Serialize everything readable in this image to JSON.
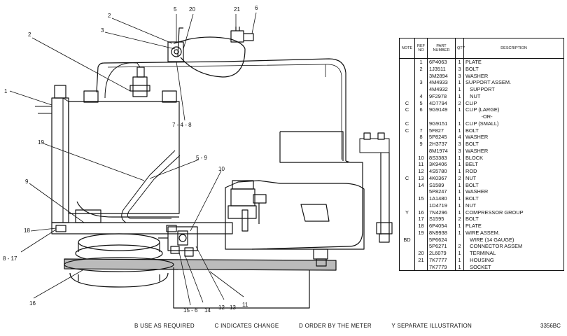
{
  "callouts": {
    "c1": "1",
    "c2a": "2",
    "c2b": "2",
    "c3": "3",
    "c5": "5",
    "c20": "20",
    "c21": "21",
    "c6": "6",
    "c7": "7 - 4 - 8",
    "c19": "19",
    "c59": "5 - 9",
    "c10": "10",
    "c9": "9",
    "c18": "18",
    "c817": "8 - 17",
    "c16": "16",
    "c156": "15 - 6",
    "c14": "14",
    "c1213": "12 - 13",
    "c11": "11"
  },
  "table": {
    "headers": [
      "NOTE",
      "REF NO",
      "PART NUMBER",
      "QTY",
      "DESCRIPTION"
    ],
    "rows": [
      {
        "note": "",
        "ref": "1",
        "part": "6P4063",
        "qty": "1",
        "desc": "PLATE"
      },
      {
        "note": "",
        "ref": "2",
        "part": "1J3511",
        "qty": "3",
        "desc": "BOLT"
      },
      {
        "note": "",
        "ref": "",
        "part": "3M2894",
        "qty": "3",
        "desc": "WASHER"
      },
      {
        "note": "",
        "ref": "3",
        "part": "4M4933",
        "qty": "1",
        "desc": "SUPPORT ASSEM."
      },
      {
        "note": "",
        "ref": "",
        "part": "4M4932",
        "qty": "1",
        "desc": "   SUPPORT"
      },
      {
        "note": "",
        "ref": "4",
        "part": "9F2978",
        "qty": "1",
        "desc": "   NUT"
      },
      {
        "note": "C",
        "ref": "5",
        "part": "4D7794",
        "qty": "2",
        "desc": "CLIP"
      },
      {
        "note": "C",
        "ref": "6",
        "part": "9G9149",
        "qty": "1",
        "desc": "CLIP (LARGE)"
      },
      {
        "note": "",
        "ref": "",
        "part": "",
        "qty": "",
        "desc": "           -OR-"
      },
      {
        "note": "C",
        "ref": "",
        "part": "9G9151",
        "qty": "1",
        "desc": "CLIP (SMALL)"
      },
      {
        "note": "C",
        "ref": "7",
        "part": "5F827",
        "qty": "1",
        "desc": "BOLT"
      },
      {
        "note": "",
        "ref": "8",
        "part": "5P8245",
        "qty": "4",
        "desc": "WASHER"
      },
      {
        "note": "",
        "ref": "9",
        "part": "2H3737",
        "qty": "3",
        "desc": "BOLT"
      },
      {
        "note": "",
        "ref": "",
        "part": "8M1974",
        "qty": "3",
        "desc": "WASHER"
      },
      {
        "note": "",
        "ref": "10",
        "part": "8S3383",
        "qty": "1",
        "desc": "BLOCK"
      },
      {
        "note": "",
        "ref": "11",
        "part": "3K9406",
        "qty": "1",
        "desc": "BELT"
      },
      {
        "note": "",
        "ref": "12",
        "part": "4S5780",
        "qty": "1",
        "desc": "ROD"
      },
      {
        "note": "C",
        "ref": "13",
        "part": "4K0367",
        "qty": "2",
        "desc": "NUT"
      },
      {
        "note": "",
        "ref": "14",
        "part": "S1589",
        "qty": "1",
        "desc": "BOLT"
      },
      {
        "note": "",
        "ref": "",
        "part": "5P8247",
        "qty": "1",
        "desc": "WASHER"
      },
      {
        "note": "",
        "ref": "15",
        "part": "1A1480",
        "qty": "1",
        "desc": "BOLT"
      },
      {
        "note": "",
        "ref": "",
        "part": "1D4719",
        "qty": "1",
        "desc": "NUT"
      },
      {
        "note": "Y",
        "ref": "16",
        "part": "7N4296",
        "qty": "1",
        "desc": "COMPRESSOR GROUP"
      },
      {
        "note": "",
        "ref": "17",
        "part": "S1595",
        "qty": "2",
        "desc": "BOLT"
      },
      {
        "note": "",
        "ref": "18",
        "part": "6P4054",
        "qty": "1",
        "desc": "PLATE"
      },
      {
        "note": "",
        "ref": "19",
        "part": "8N9938",
        "qty": "1",
        "desc": "WIRE ASSEM."
      },
      {
        "note": "BD",
        "ref": "",
        "part": "5P6624",
        "qty": "",
        "desc": "   WIRE (14 GAUGE)"
      },
      {
        "note": "",
        "ref": "",
        "part": "5P6271",
        "qty": "2",
        "desc": "   CONNECTOR ASSEM"
      },
      {
        "note": "",
        "ref": "20",
        "part": "2L6079",
        "qty": "1",
        "desc": "   TERMINAL"
      },
      {
        "note": "",
        "ref": "21",
        "part": "7K7777",
        "qty": "1",
        "desc": "   HOUSING"
      },
      {
        "note": "",
        "ref": "",
        "part": "7K7779",
        "qty": "1",
        "desc": "   SOCKET"
      }
    ]
  },
  "legend": {
    "b": "B   USE AS REQUIRED",
    "c": "C   INDICATES CHANGE",
    "d": "D   ORDER BY THE METER",
    "y": "Y   SEPARATE ILLUSTRATION"
  },
  "illustration_number": "3356BC"
}
